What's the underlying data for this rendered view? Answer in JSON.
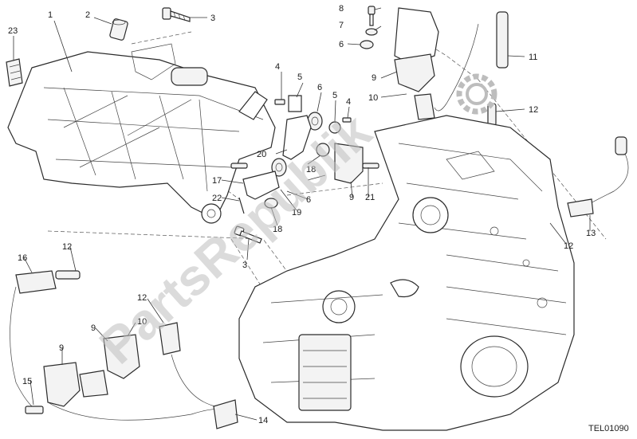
{
  "diagram": {
    "reference_code": "TEL01090",
    "watermark": "PartsRepublik",
    "callouts": [
      "1",
      "2",
      "3",
      "4",
      "5",
      "6",
      "7",
      "8",
      "9",
      "10",
      "11",
      "12",
      "13",
      "14",
      "15",
      "16",
      "17",
      "18",
      "19",
      "20",
      "21",
      "22",
      "23"
    ]
  }
}
